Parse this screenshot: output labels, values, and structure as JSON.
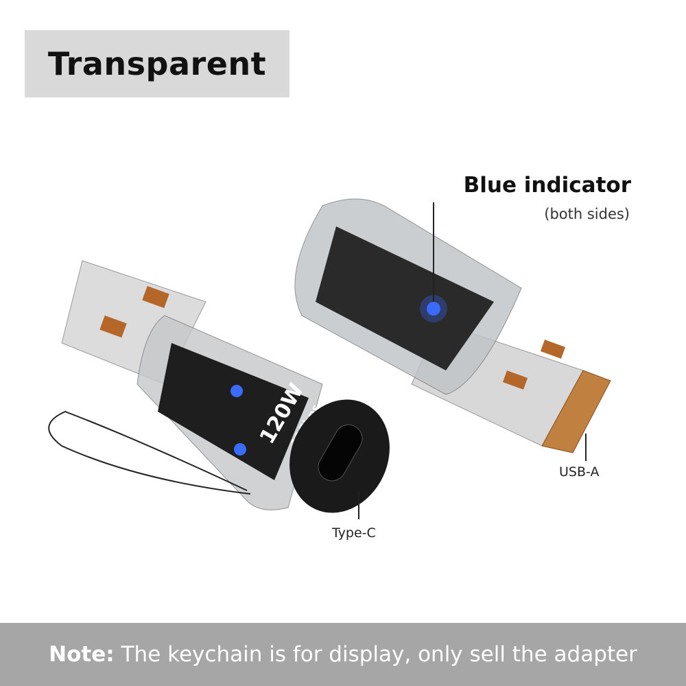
{
  "header": {
    "title": "Transparent"
  },
  "callout": {
    "title": "Blue indicator",
    "subtitle": "(both sides)"
  },
  "labels": {
    "usb_a": "USB-A",
    "type_c": "Type-C"
  },
  "product_print": {
    "power": "120W",
    "speed": "10Gbps"
  },
  "footer": {
    "note_label": "Note:",
    "note_text": "The keychain is for display, only sell the adapter"
  },
  "colors": {
    "title_bg": "#d9d9d9",
    "footer_bg": "#a6a6a6",
    "indicator": "#3a6bff",
    "contact": "#b5672a"
  }
}
